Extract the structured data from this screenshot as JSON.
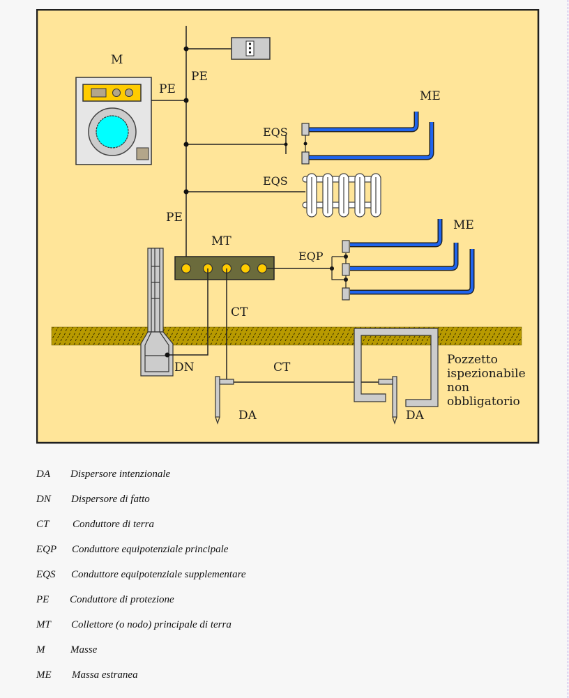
{
  "diagram": {
    "labels": {
      "M": "M",
      "PE_top": "PE",
      "PE_left": "PE",
      "PE_mid": "PE",
      "ME_top": "ME",
      "ME_bottom": "ME",
      "EQS_pipes": "EQS",
      "EQS_radiator": "EQS",
      "MT": "MT",
      "EQP": "EQP",
      "CT_vertical": "CT",
      "CT_horizontal": "CT",
      "DN": "DN",
      "DA_left": "DA",
      "DA_right": "DA",
      "pozzetto": [
        "Pozzetto",
        "ispezionabile",
        "non",
        "obbligatorio"
      ]
    },
    "colors": {
      "background": "#ffe599",
      "frame": "#1f1f1f",
      "pipe_blue": "#1f64ee",
      "collector": "#6b6b3c",
      "terminal_yellow": "#ffcc00",
      "ground": "#b89a00",
      "grey": "#cccccc",
      "washer_screen": "#00ffff",
      "washer_panel": "#ffcc00"
    }
  },
  "legend": [
    {
      "abbr": "DA",
      "desc": "Dispersore intenzionale"
    },
    {
      "abbr": "DN",
      "desc": "Dispersore di fatto"
    },
    {
      "abbr": "CT",
      "desc": "Conduttore di terra"
    },
    {
      "abbr": "EQP",
      "desc": "Conduttore equipotenziale principale"
    },
    {
      "abbr": "EQS",
      "desc": "Conduttore equipotenziale supplementare"
    },
    {
      "abbr": "PE",
      "desc": "Conduttore di protezione"
    },
    {
      "abbr": "MT",
      "desc": "Collettore (o nodo) principale di terra"
    },
    {
      "abbr": "M",
      "desc": "Masse"
    },
    {
      "abbr": "ME",
      "desc": "Massa estranea"
    }
  ]
}
